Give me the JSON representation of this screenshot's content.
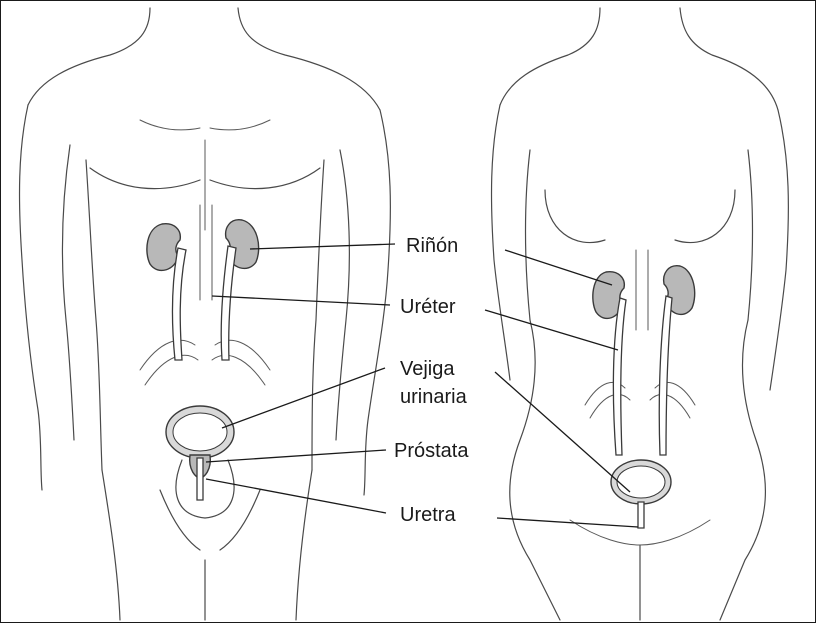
{
  "labels": {
    "kidney": "Riñón",
    "ureter": "Uréter",
    "bladder_line1": "Vejiga",
    "bladder_line2": "urinaria",
    "prostate": "Próstata",
    "urethra": "Uretra"
  },
  "colors": {
    "organ_fill": "#b8b8b8",
    "bladder_fill": "#d9d9d9",
    "line": "#1a1a1a",
    "body_outline": "#4a4a4a"
  }
}
